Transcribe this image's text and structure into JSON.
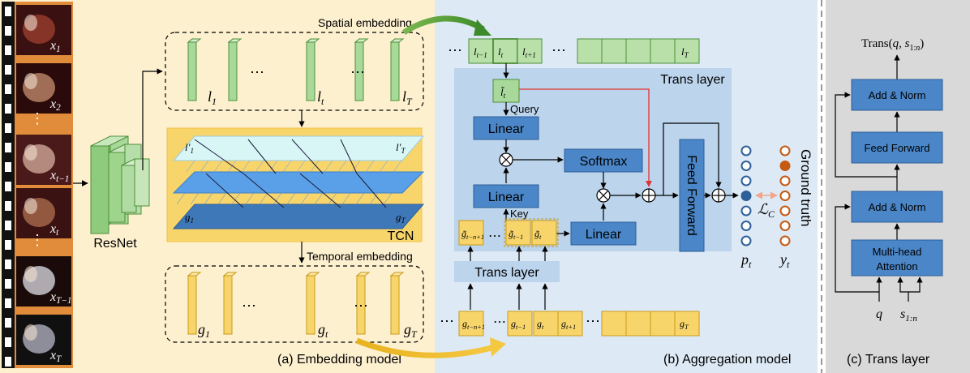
{
  "frames": {
    "labels": [
      "x",
      "x",
      "x",
      "x",
      "x",
      "x"
    ],
    "subs": [
      "1",
      "2",
      "t−1",
      "t",
      "T−1",
      "T"
    ],
    "ellipsis": "⋮"
  },
  "embedding": {
    "resnet_label": "ResNet",
    "spatial_label": "Spatial embedding",
    "temporal_label": "Temporal embedding",
    "tcn_label": "TCN",
    "panel_caption": "(a) Embedding model",
    "l_base": "l",
    "l_subs": [
      "1",
      "t",
      "T"
    ],
    "g_base": "g",
    "g_subs": [
      "1",
      "t",
      "T"
    ],
    "dots": "⋯",
    "tcn_top_left": "l′1",
    "tcn_top_right": "l′T",
    "tcn_bottom_left": "g1",
    "tcn_bottom_right": "gT"
  },
  "aggregation": {
    "panel_caption": "(b) Aggregation model",
    "trans_layer_title": "Trans layer",
    "trans_layer_box": "Trans layer",
    "query_label": "Query",
    "key_label": "Key",
    "linear1": "Linear",
    "linear2": "Linear",
    "linear3": "Linear",
    "softmax": "Softmax",
    "feed_forward": "Feed Forward",
    "top_seq": [
      "l t−1",
      "l t",
      "l t+1",
      "l T"
    ],
    "bottom_seq": [
      "g t−n+1",
      "g t−1",
      "g t",
      "g t+1",
      "g T"
    ],
    "query_cell": "l̃ t",
    "key_seq": [
      "g̃ t−n+1",
      "g̃ t−1",
      "g̃ t"
    ],
    "pred_label": "p",
    "pred_sub": "t",
    "gt_label": "y",
    "gt_sub": "t",
    "loss_label": "ℒ",
    "loss_sub": "C",
    "ground_truth": "Ground truth",
    "dots": "⋯"
  },
  "trans_layer": {
    "panel_caption": "(c) Trans layer",
    "output_label": "Trans(q, s1:n)",
    "add_norm_top": "Add & Norm",
    "feed_forward": "Feed Forward",
    "add_norm_bottom": "Add & Norm",
    "mha_line1": "Multi-head",
    "mha_line2": "Attention",
    "q_label": "q",
    "s_label": "s",
    "s_sub": "1:n"
  },
  "colors": {
    "embed_bg": "#fdf0cf",
    "agg_bg": "#dde9f5",
    "trans_bg": "#d9d9d9",
    "block_blue": "#4a86c8",
    "green": "#a8d89a",
    "yellow": "#f8d56b",
    "orange": "#c55a11",
    "red_arrow": "#e03030"
  }
}
